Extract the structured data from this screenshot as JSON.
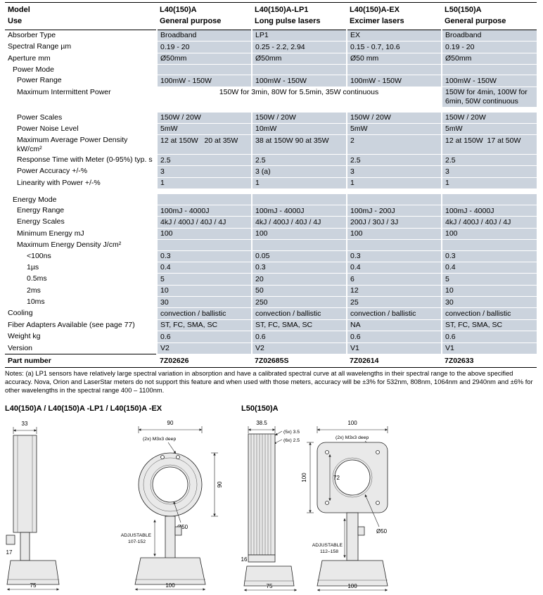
{
  "table": {
    "rows": [
      {
        "style": "model",
        "indent": 0,
        "label": "Model",
        "cells": [
          "L40(150)A",
          "L40(150)A-LP1",
          "L40(150)A-EX",
          "L50(150)A"
        ]
      },
      {
        "style": "use",
        "indent": 0,
        "label": "Use",
        "cells": [
          "General purpose",
          "Long pulse lasers",
          "Excimer lasers",
          "General purpose"
        ]
      },
      {
        "style": "data",
        "indent": 0,
        "label": "Absorber Type",
        "cells": [
          "Broadband",
          "LP1",
          "EX",
          "Broadband"
        ]
      },
      {
        "style": "data",
        "indent": 0,
        "label": "Spectral Range µm",
        "cells": [
          "0.19 - 20",
          "0.25 - 2.2, 2.94",
          "0.15 - 0.7, 10.6",
          "0.19 - 20"
        ]
      },
      {
        "style": "data",
        "indent": 0,
        "label": "Aperture mm",
        "cells": [
          "Ø50mm",
          "Ø50mm",
          "Ø50 mm",
          "Ø50mm"
        ]
      },
      {
        "style": "section",
        "indent": 1,
        "label": "Power Mode"
      },
      {
        "style": "data",
        "indent": 2,
        "label": "Power Range",
        "cells": [
          "100mW - 150W",
          "100mW - 150W",
          "100mW - 150W",
          "100mW - 150W"
        ]
      },
      {
        "style": "span",
        "indent": 2,
        "label": "Maximum Intermittent Power",
        "span_text": "150W for 3min, 80W for 5.5min, 35W continuous",
        "last_cell": "150W for 4min, 100W for 6min, 50W continuous"
      },
      {
        "style": "gap"
      },
      {
        "style": "data",
        "indent": 2,
        "label": "Power Scales",
        "cells": [
          "150W / 20W",
          "150W / 20W",
          "150W / 20W",
          "150W / 20W"
        ]
      },
      {
        "style": "data",
        "indent": 2,
        "label": "Power Noise Level",
        "cells": [
          "5mW",
          "10mW",
          "5mW",
          "5mW"
        ]
      },
      {
        "style": "data",
        "indent": 2,
        "label": "Maximum Average Power Density kW/cm²",
        "cells": [
          "12 at 150W   20 at 35W",
          "38 at 150W 90 at 35W",
          "2",
          "12 at 150W  17 at 50W"
        ]
      },
      {
        "style": "data",
        "indent": 2,
        "label": "Response Time with Meter (0-95%) typ. s",
        "cells": [
          "2.5",
          "2.5",
          "2.5",
          "2.5"
        ]
      },
      {
        "style": "data",
        "indent": 2,
        "label": "Power Accuracy +/-%",
        "cells": [
          "3",
          "3 (a)",
          "3",
          "3"
        ]
      },
      {
        "style": "data",
        "indent": 2,
        "label": "Linearity with Power +/-%",
        "cells": [
          "1",
          "1",
          "1",
          "1"
        ]
      },
      {
        "style": "gap"
      },
      {
        "style": "section",
        "indent": 1,
        "label": "Energy Mode"
      },
      {
        "style": "data",
        "indent": 2,
        "label": "Energy Range",
        "cells": [
          "100mJ - 4000J",
          "100mJ - 4000J",
          "100mJ - 200J",
          "100mJ - 4000J"
        ]
      },
      {
        "style": "data",
        "indent": 2,
        "label": "Energy Scales",
        "cells": [
          "4kJ / 400J / 40J / 4J",
          "4kJ / 400J / 40J / 4J",
          "200J / 30J / 3J",
          "4kJ / 400J / 40J / 4J"
        ]
      },
      {
        "style": "data",
        "indent": 2,
        "label": "Minimum Energy mJ",
        "cells": [
          "100",
          "100",
          "100",
          "100"
        ]
      },
      {
        "style": "section",
        "indent": 2,
        "label": "Maximum Energy Density J/cm²"
      },
      {
        "style": "data",
        "indent": 3,
        "label": "<100ns",
        "cells": [
          "0.3",
          "0.05",
          "0.3",
          "0.3"
        ]
      },
      {
        "style": "data",
        "indent": 3,
        "label": "1µs",
        "cells": [
          "0.4",
          "0.3",
          "0.4",
          "0.4"
        ]
      },
      {
        "style": "data",
        "indent": 3,
        "label": "0.5ms",
        "cells": [
          "5",
          "20",
          "6",
          "5"
        ]
      },
      {
        "style": "data",
        "indent": 3,
        "label": "2ms",
        "cells": [
          "10",
          "50",
          "12",
          "10"
        ]
      },
      {
        "style": "data",
        "indent": 3,
        "label": "10ms",
        "cells": [
          "30",
          "250",
          "25",
          "30"
        ]
      },
      {
        "style": "data",
        "indent": 0,
        "label": "Cooling",
        "cells": [
          "convection / ballistic",
          "convection / ballistic",
          "convection / ballistic",
          "convection / ballistic"
        ]
      },
      {
        "style": "data",
        "indent": 0,
        "label": "Fiber Adapters Available (see page 77)",
        "cells": [
          "ST, FC, SMA, SC",
          "ST, FC, SMA, SC",
          "NA",
          "ST, FC, SMA, SC"
        ]
      },
      {
        "style": "data",
        "indent": 0,
        "label": "Weight kg",
        "cells": [
          "0.6",
          "0.6",
          "0.6",
          "0.6"
        ]
      },
      {
        "style": "data",
        "indent": 0,
        "label": "Version",
        "cells": [
          "V2",
          "V2",
          "V1",
          "V1"
        ]
      },
      {
        "style": "part",
        "indent": 0,
        "label": "Part number",
        "cells": [
          "7Z02626",
          "7Z02685S",
          "7Z02614",
          "7Z02633"
        ]
      }
    ]
  },
  "notes": "Notes: (a) LP1 sensors have relatively large spectral variation in absorption and have a calibrated spectral curve at all wavelengths in their spectral range to the above specified accuracy. Nova, Orion and LaserStar meters do not support this feature and when used with those meters, accuracy will be ±3% for 532nm, 808nm, 1064nm and 2940nm and ±6% for other wavelengths in the spectral range 400 – 1100nm.",
  "drawings": {
    "left": {
      "title": "L40(150)A / L40(150)A -LP1 / L40(150)A -EX",
      "side": {
        "top_width": "33",
        "stub_height": "17",
        "base_width": "75"
      },
      "front": {
        "top_width": "90",
        "screw_note": "(2x) M3x3 deep",
        "height": "90",
        "aperture": "Ø50",
        "adjustable_label": "ADJUSTABLE",
        "adjustable_range": "107-152",
        "base_width": "100"
      }
    },
    "right": {
      "title": "L50(150)A",
      "side": {
        "top_width": "38.5",
        "fin_note_1": "(5x)  3.5",
        "fin_note_2": "(6x)  2.5",
        "bottom_height": "16",
        "base_width": "75"
      },
      "front": {
        "top_width": "100",
        "screw_note": "(2x) M3x3 deep",
        "bolt_spacing": "72",
        "side_height": "100",
        "aperture": "Ø50",
        "adjustable_label": "ADJUSTABLE",
        "adjustable_range": "112–158",
        "base_width": "100"
      }
    }
  }
}
